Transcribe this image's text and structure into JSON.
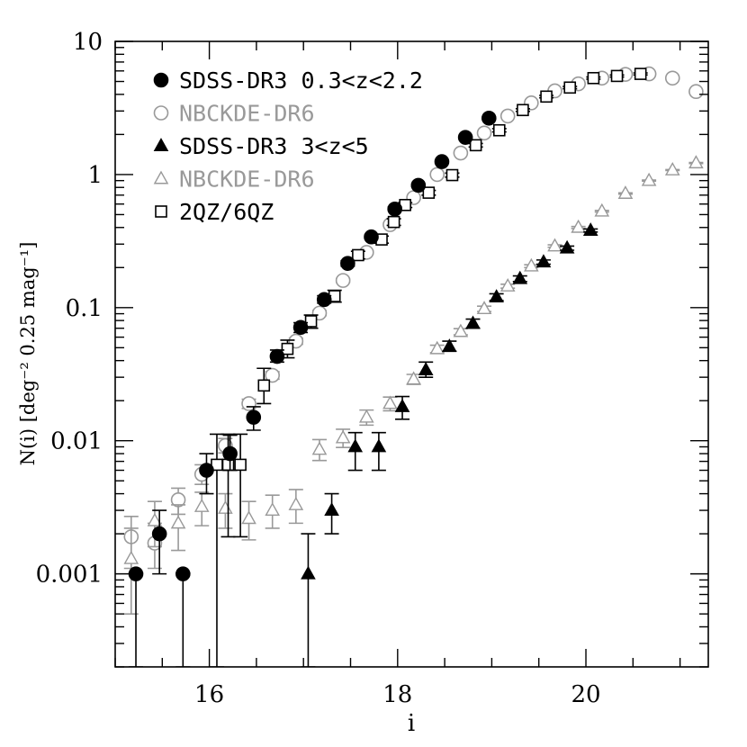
{
  "chart_data": {
    "type": "scatter",
    "title": "",
    "xlabel": "i",
    "ylabel": "N(i) [deg⁻² 0.25 mag⁻¹]",
    "xlim": [
      15.0,
      21.3
    ],
    "ylim": [
      0.0002,
      10
    ],
    "yscale": "log",
    "grid": false,
    "legend_position": "top-left",
    "x_ticks": [
      {
        "v": 16,
        "label": "16"
      },
      {
        "v": 18,
        "label": "18"
      },
      {
        "v": 20,
        "label": "20"
      }
    ],
    "y_ticks": [
      {
        "v": 10,
        "label": "10"
      },
      {
        "v": 1,
        "label": "1"
      },
      {
        "v": 0.1,
        "label": "0.1"
      },
      {
        "v": 0.01,
        "label": "0.01"
      },
      {
        "v": 0.001,
        "label": "0.001"
      }
    ],
    "series": [
      {
        "name": "SDSS-DR3 0.3<z<2.2",
        "marker": "filled-circle",
        "color": "#000000",
        "points": [
          {
            "x": 15.22,
            "y": 0.001,
            "lo": 0.0001,
            "hi": 0.001
          },
          {
            "x": 15.47,
            "y": 0.002,
            "lo": 0.001,
            "hi": 0.003
          },
          {
            "x": 15.72,
            "y": 0.001,
            "lo": 0.0001,
            "hi": 0.001
          },
          {
            "x": 15.97,
            "y": 0.006,
            "lo": 0.004,
            "hi": 0.008
          },
          {
            "x": 16.22,
            "y": 0.008,
            "lo": 0.006,
            "hi": 0.011
          },
          {
            "x": 16.47,
            "y": 0.015,
            "lo": 0.012,
            "hi": 0.018
          },
          {
            "x": 16.72,
            "y": 0.043,
            "lo": 0.039,
            "hi": 0.048
          },
          {
            "x": 16.97,
            "y": 0.071,
            "lo": 0.065,
            "hi": 0.077
          },
          {
            "x": 17.22,
            "y": 0.115,
            "lo": 0.108,
            "hi": 0.123
          },
          {
            "x": 17.47,
            "y": 0.215,
            "lo": 0.205,
            "hi": 0.225
          },
          {
            "x": 17.72,
            "y": 0.34,
            "lo": 0.33,
            "hi": 0.35
          },
          {
            "x": 17.97,
            "y": 0.55,
            "lo": 0.54,
            "hi": 0.57
          },
          {
            "x": 18.22,
            "y": 0.83,
            "lo": 0.81,
            "hi": 0.85
          },
          {
            "x": 18.47,
            "y": 1.25,
            "lo": 1.23,
            "hi": 1.27
          },
          {
            "x": 18.72,
            "y": 1.9,
            "lo": 1.87,
            "hi": 1.93
          },
          {
            "x": 18.97,
            "y": 2.65,
            "lo": 2.61,
            "hi": 2.69
          }
        ]
      },
      {
        "name": "NBCKDE-DR6",
        "marker": "open-circle",
        "color": "#999999",
        "points": [
          {
            "x": 15.17,
            "y": 0.0019,
            "lo": 0.0011,
            "hi": 0.0027
          },
          {
            "x": 15.42,
            "y": 0.0017,
            "lo": 0.0011,
            "hi": 0.0024
          },
          {
            "x": 15.67,
            "y": 0.0036,
            "lo": 0.0028,
            "hi": 0.0044
          },
          {
            "x": 15.92,
            "y": 0.0056,
            "lo": 0.0047,
            "hi": 0.0066
          },
          {
            "x": 16.17,
            "y": 0.0092,
            "lo": 0.0081,
            "hi": 0.0104
          },
          {
            "x": 16.42,
            "y": 0.019,
            "lo": 0.0175,
            "hi": 0.0205
          },
          {
            "x": 16.67,
            "y": 0.031,
            "lo": 0.029,
            "hi": 0.033
          },
          {
            "x": 16.92,
            "y": 0.056,
            "lo": 0.053,
            "hi": 0.059
          },
          {
            "x": 17.17,
            "y": 0.091,
            "lo": 0.087,
            "hi": 0.095
          },
          {
            "x": 17.42,
            "y": 0.16,
            "lo": 0.155,
            "hi": 0.165
          },
          {
            "x": 17.67,
            "y": 0.26,
            "lo": 0.253,
            "hi": 0.267
          },
          {
            "x": 17.92,
            "y": 0.42,
            "lo": 0.41,
            "hi": 0.43
          },
          {
            "x": 18.17,
            "y": 0.67,
            "lo": 0.66,
            "hi": 0.68
          },
          {
            "x": 18.42,
            "y": 1.0,
            "lo": 0.99,
            "hi": 1.01
          },
          {
            "x": 18.67,
            "y": 1.45,
            "lo": 1.44,
            "hi": 1.46
          },
          {
            "x": 18.92,
            "y": 2.05,
            "lo": 2.03,
            "hi": 2.07
          },
          {
            "x": 19.17,
            "y": 2.75,
            "lo": 2.73,
            "hi": 2.77
          },
          {
            "x": 19.42,
            "y": 3.45,
            "lo": 3.42,
            "hi": 3.48
          },
          {
            "x": 19.67,
            "y": 4.25,
            "lo": 4.22,
            "hi": 4.28
          },
          {
            "x": 19.92,
            "y": 4.8,
            "lo": 4.77,
            "hi": 4.83
          },
          {
            "x": 20.17,
            "y": 5.3,
            "lo": 5.27,
            "hi": 5.33
          },
          {
            "x": 20.42,
            "y": 5.65,
            "lo": 5.62,
            "hi": 5.68
          },
          {
            "x": 20.67,
            "y": 5.7,
            "lo": 5.67,
            "hi": 5.73
          },
          {
            "x": 20.92,
            "y": 5.3,
            "lo": 5.27,
            "hi": 5.33
          },
          {
            "x": 21.17,
            "y": 4.2,
            "lo": 4.17,
            "hi": 4.23
          }
        ]
      },
      {
        "name": "SDSS-DR3 3<z<5",
        "marker": "filled-triangle",
        "color": "#000000",
        "points": [
          {
            "x": 17.05,
            "y": 0.001,
            "lo": 0.0001,
            "hi": 0.002
          },
          {
            "x": 17.3,
            "y": 0.003,
            "lo": 0.002,
            "hi": 0.004
          },
          {
            "x": 17.55,
            "y": 0.009,
            "lo": 0.006,
            "hi": 0.0115
          },
          {
            "x": 17.8,
            "y": 0.009,
            "lo": 0.006,
            "hi": 0.0115
          },
          {
            "x": 18.05,
            "y": 0.018,
            "lo": 0.0145,
            "hi": 0.0215
          },
          {
            "x": 18.3,
            "y": 0.034,
            "lo": 0.03,
            "hi": 0.039
          },
          {
            "x": 18.55,
            "y": 0.051,
            "lo": 0.047,
            "hi": 0.056
          },
          {
            "x": 18.8,
            "y": 0.076,
            "lo": 0.07,
            "hi": 0.082
          },
          {
            "x": 19.05,
            "y": 0.12,
            "lo": 0.113,
            "hi": 0.127
          },
          {
            "x": 19.3,
            "y": 0.165,
            "lo": 0.157,
            "hi": 0.173
          },
          {
            "x": 19.55,
            "y": 0.22,
            "lo": 0.212,
            "hi": 0.228
          },
          {
            "x": 19.8,
            "y": 0.28,
            "lo": 0.27,
            "hi": 0.29
          },
          {
            "x": 20.05,
            "y": 0.38,
            "lo": 0.37,
            "hi": 0.39
          }
        ]
      },
      {
        "name": "NBCKDE-DR6",
        "marker": "open-triangle",
        "color": "#999999",
        "points": [
          {
            "x": 15.17,
            "y": 0.0013,
            "lo": 0.0005,
            "hi": 0.0022
          },
          {
            "x": 15.42,
            "y": 0.0025,
            "lo": 0.0016,
            "hi": 0.0035
          },
          {
            "x": 15.67,
            "y": 0.0024,
            "lo": 0.0015,
            "hi": 0.0033
          },
          {
            "x": 15.92,
            "y": 0.0032,
            "lo": 0.0023,
            "hi": 0.0041
          },
          {
            "x": 16.17,
            "y": 0.0031,
            "lo": 0.0022,
            "hi": 0.004
          },
          {
            "x": 16.42,
            "y": 0.0026,
            "lo": 0.0018,
            "hi": 0.0035
          },
          {
            "x": 16.67,
            "y": 0.003,
            "lo": 0.0022,
            "hi": 0.0039
          },
          {
            "x": 16.92,
            "y": 0.0033,
            "lo": 0.0024,
            "hi": 0.0043
          },
          {
            "x": 17.17,
            "y": 0.0086,
            "lo": 0.0071,
            "hi": 0.0102
          },
          {
            "x": 17.42,
            "y": 0.0105,
            "lo": 0.0089,
            "hi": 0.0122
          },
          {
            "x": 17.67,
            "y": 0.015,
            "lo": 0.0131,
            "hi": 0.017
          },
          {
            "x": 17.92,
            "y": 0.019,
            "lo": 0.0168,
            "hi": 0.0213
          },
          {
            "x": 18.17,
            "y": 0.029,
            "lo": 0.0265,
            "hi": 0.0315
          },
          {
            "x": 18.42,
            "y": 0.049,
            "lo": 0.0458,
            "hi": 0.0522
          },
          {
            "x": 18.67,
            "y": 0.066,
            "lo": 0.0625,
            "hi": 0.0695
          },
          {
            "x": 18.92,
            "y": 0.098,
            "lo": 0.0935,
            "hi": 0.1025
          },
          {
            "x": 19.17,
            "y": 0.145,
            "lo": 0.14,
            "hi": 0.15
          },
          {
            "x": 19.42,
            "y": 0.205,
            "lo": 0.2,
            "hi": 0.21
          },
          {
            "x": 19.67,
            "y": 0.29,
            "lo": 0.284,
            "hi": 0.296
          },
          {
            "x": 19.92,
            "y": 0.4,
            "lo": 0.393,
            "hi": 0.407
          },
          {
            "x": 20.17,
            "y": 0.53,
            "lo": 0.523,
            "hi": 0.537
          },
          {
            "x": 20.42,
            "y": 0.72,
            "lo": 0.712,
            "hi": 0.728
          },
          {
            "x": 20.67,
            "y": 0.9,
            "lo": 0.892,
            "hi": 0.908
          },
          {
            "x": 20.92,
            "y": 1.08,
            "lo": 1.072,
            "hi": 1.088
          },
          {
            "x": 21.17,
            "y": 1.22,
            "lo": 1.21,
            "hi": 1.23
          }
        ]
      },
      {
        "name": "2QZ/6QZ",
        "marker": "open-square",
        "color": "#000000",
        "points": [
          {
            "x": 16.08,
            "y": 0.0066,
            "lo": 0.0002,
            "hi": 0.0112
          },
          {
            "x": 16.2,
            "y": 0.0066,
            "lo": 0.0019,
            "hi": 0.0112
          },
          {
            "x": 16.33,
            "y": 0.0066,
            "lo": 0.0019,
            "hi": 0.0112
          },
          {
            "x": 16.58,
            "y": 0.026,
            "lo": 0.019,
            "hi": 0.035
          },
          {
            "x": 16.83,
            "y": 0.049,
            "lo": 0.042,
            "hi": 0.057
          },
          {
            "x": 17.08,
            "y": 0.079,
            "lo": 0.07,
            "hi": 0.088
          },
          {
            "x": 17.33,
            "y": 0.122,
            "lo": 0.11,
            "hi": 0.135
          },
          {
            "x": 17.58,
            "y": 0.248,
            "lo": 0.232,
            "hi": 0.265
          },
          {
            "x": 17.83,
            "y": 0.325,
            "lo": 0.305,
            "hi": 0.345
          },
          {
            "x": 17.96,
            "y": 0.44,
            "lo": 0.415,
            "hi": 0.465
          },
          {
            "x": 18.08,
            "y": 0.59,
            "lo": 0.565,
            "hi": 0.615
          },
          {
            "x": 18.33,
            "y": 0.73,
            "lo": 0.7,
            "hi": 0.76
          },
          {
            "x": 18.58,
            "y": 0.99,
            "lo": 0.955,
            "hi": 1.025
          },
          {
            "x": 18.83,
            "y": 1.66,
            "lo": 1.61,
            "hi": 1.71
          },
          {
            "x": 19.08,
            "y": 2.15,
            "lo": 2.09,
            "hi": 2.21
          },
          {
            "x": 19.33,
            "y": 3.05,
            "lo": 2.98,
            "hi": 3.12
          },
          {
            "x": 19.58,
            "y": 3.85,
            "lo": 3.77,
            "hi": 3.93
          },
          {
            "x": 19.83,
            "y": 4.5,
            "lo": 4.41,
            "hi": 4.59
          },
          {
            "x": 20.08,
            "y": 5.3,
            "lo": 5.2,
            "hi": 5.4
          },
          {
            "x": 20.33,
            "y": 5.5,
            "lo": 5.4,
            "hi": 5.6
          },
          {
            "x": 20.58,
            "y": 5.7,
            "lo": 5.6,
            "hi": 5.8
          }
        ]
      }
    ],
    "legend": [
      {
        "label": "SDSS-DR3 0.3<z<2.2",
        "marker": "filled-circle",
        "color": "#000000"
      },
      {
        "label": "NBCKDE-DR6",
        "marker": "open-circle",
        "color": "#999999"
      },
      {
        "label": "SDSS-DR3 3<z<5",
        "marker": "filled-triangle",
        "color": "#000000"
      },
      {
        "label": "NBCKDE-DR6",
        "marker": "open-triangle",
        "color": "#999999"
      },
      {
        "label": "2QZ/6QZ",
        "marker": "open-square",
        "color": "#000000"
      }
    ]
  }
}
